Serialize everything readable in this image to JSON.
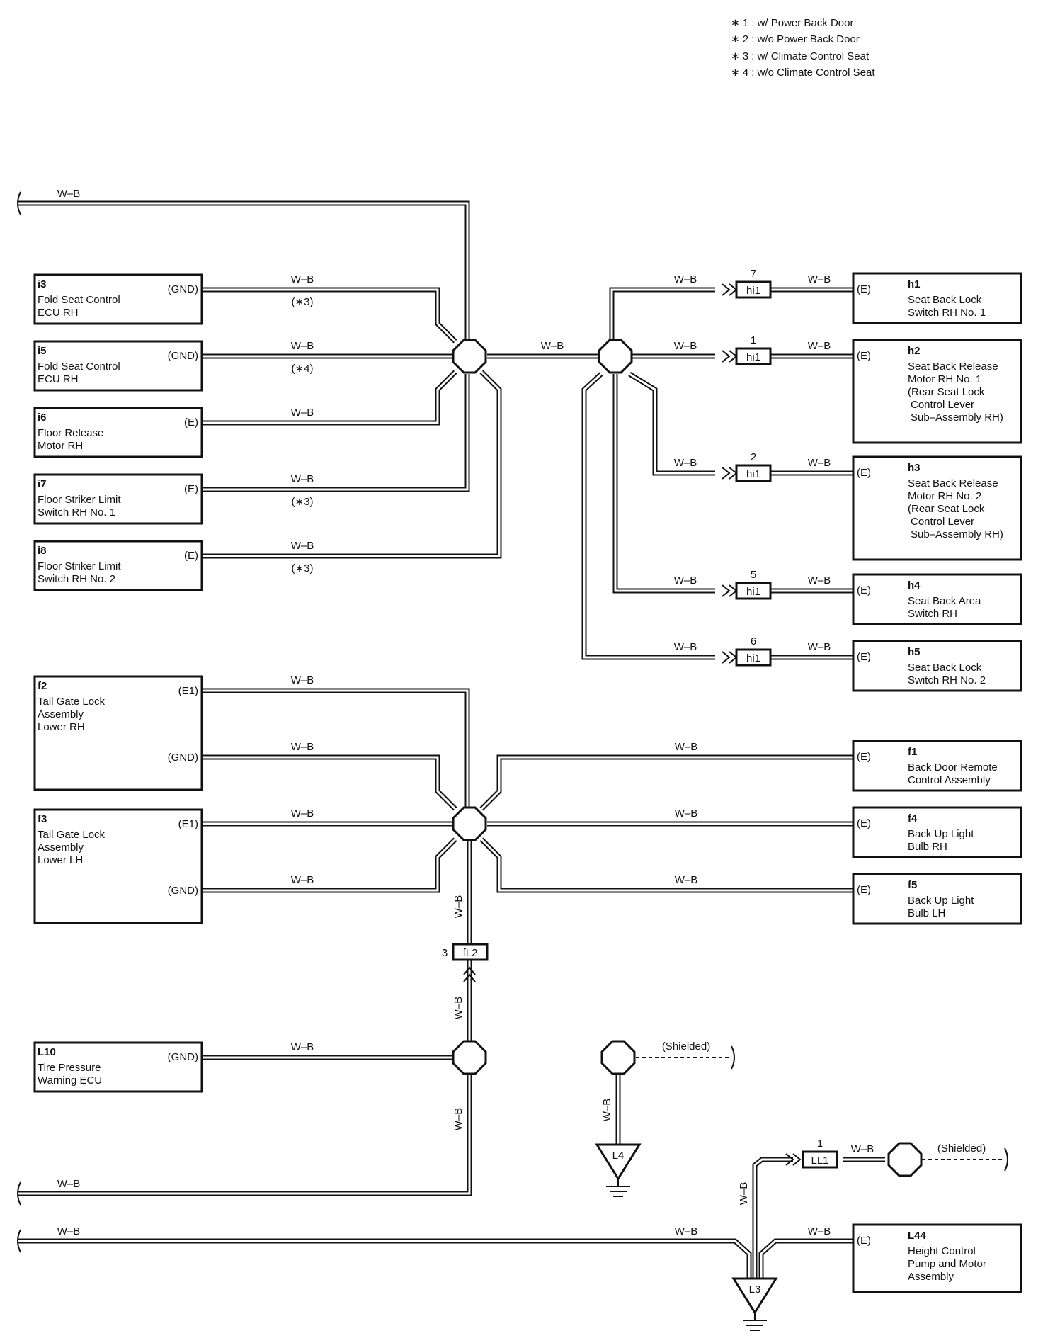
{
  "notes": [
    "∗ 1 : w/ Power Back Door",
    "∗ 2 : w/o Power Back Door",
    "∗ 3 : w/ Climate Control Seat",
    "∗ 4 : w/o Climate Control Seat"
  ],
  "wire_label": "W–B",
  "shielded_label": "(Shielded)",
  "left_components": [
    {
      "id": "i3",
      "lines": [
        "Fold Seat Control",
        "ECU RH"
      ],
      "terms": [
        "(GND)"
      ],
      "notes": [
        "(∗3)"
      ]
    },
    {
      "id": "i5",
      "lines": [
        "Fold Seat Control",
        "ECU RH"
      ],
      "terms": [
        "(GND)"
      ],
      "notes": [
        "(∗4)"
      ]
    },
    {
      "id": "i6",
      "lines": [
        "Floor Release",
        "Motor RH"
      ],
      "terms": [
        "(E)"
      ],
      "notes": [
        ""
      ]
    },
    {
      "id": "i7",
      "lines": [
        "Floor Striker Limit",
        "Switch RH No. 1"
      ],
      "terms": [
        "(E)"
      ],
      "notes": [
        "(∗3)"
      ]
    },
    {
      "id": "i8",
      "lines": [
        "Floor Striker Limit",
        "Switch RH No. 2"
      ],
      "terms": [
        "(E)"
      ],
      "notes": [
        "(∗3)"
      ]
    },
    {
      "id": "f2",
      "lines": [
        "Tail Gate Lock",
        "Assembly",
        "Lower RH"
      ],
      "terms": [
        "(E1)",
        "(GND)"
      ],
      "notes": [
        "",
        ""
      ]
    },
    {
      "id": "f3",
      "lines": [
        "Tail Gate Lock",
        "Assembly",
        "Lower LH"
      ],
      "terms": [
        "(E1)",
        "(GND)"
      ],
      "notes": [
        "",
        ""
      ]
    },
    {
      "id": "L10",
      "lines": [
        "Tire Pressure",
        "Warning ECU"
      ],
      "terms": [
        "(GND)"
      ],
      "notes": [
        ""
      ]
    }
  ],
  "right_components": [
    {
      "id": "h1",
      "lines": [
        "Seat Back Lock",
        "Switch RH No. 1"
      ],
      "term": "(E)",
      "conn": "hi1",
      "pin": "7"
    },
    {
      "id": "h2",
      "lines": [
        "Seat Back Release",
        "Motor RH No. 1",
        "(Rear Seat Lock",
        " Control Lever",
        " Sub–Assembly RH)"
      ],
      "term": "(E)",
      "conn": "hi1",
      "pin": "1"
    },
    {
      "id": "h3",
      "lines": [
        "Seat Back Release",
        "Motor RH No. 2",
        "(Rear Seat Lock",
        " Control Lever",
        " Sub–Assembly RH)"
      ],
      "term": "(E)",
      "conn": "hi1",
      "pin": "2"
    },
    {
      "id": "h4",
      "lines": [
        "Seat Back Area",
        "Switch RH"
      ],
      "term": "(E)",
      "conn": "hi1",
      "pin": "5"
    },
    {
      "id": "h5",
      "lines": [
        "Seat Back Lock",
        "Switch RH No. 2"
      ],
      "term": "(E)",
      "conn": "hi1",
      "pin": "6"
    },
    {
      "id": "f1",
      "lines": [
        "Back Door Remote",
        "Control Assembly"
      ],
      "term": "(E)",
      "conn": "",
      "pin": ""
    },
    {
      "id": "f4",
      "lines": [
        "Back Up Light",
        "Bulb RH"
      ],
      "term": "(E)",
      "conn": "",
      "pin": ""
    },
    {
      "id": "f5",
      "lines": [
        "Back Up Light",
        "Bulb LH"
      ],
      "term": "(E)",
      "conn": "",
      "pin": ""
    },
    {
      "id": "L44",
      "lines": [
        "Height Control",
        "Pump and Motor",
        "Assembly"
      ],
      "term": "(E)",
      "conn": "",
      "pin": ""
    }
  ],
  "inline_connectors": [
    {
      "code": "fL2",
      "pin": "3"
    },
    {
      "code": "LL1",
      "pin": "1"
    }
  ],
  "grounds": [
    "L4",
    "L3"
  ]
}
